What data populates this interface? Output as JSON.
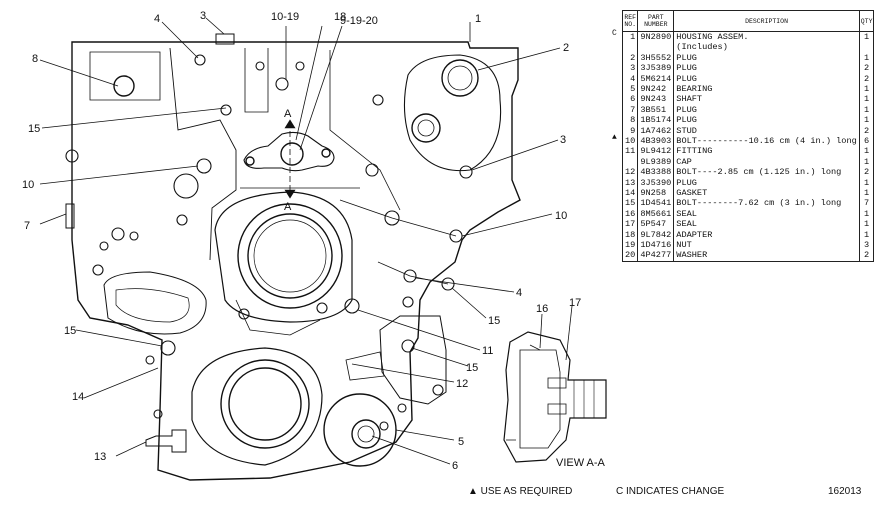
{
  "callouts": {
    "c1": "1",
    "c2": "2",
    "c3a": "3",
    "c3b": "3",
    "c4a": "4",
    "c4b": "4",
    "c5": "5",
    "c6": "6",
    "c7": "7",
    "c8": "8",
    "c10a": "10",
    "c10b": "10",
    "c10_19": "10-19",
    "c9_19_20": "9-19-20",
    "c11": "11",
    "c12": "12",
    "c13": "13",
    "c14": "14",
    "c15a": "15",
    "c15b": "15",
    "c15c": "15",
    "c15d": "15",
    "c16": "16",
    "c17": "17",
    "c18": "18",
    "section_a_top": "A",
    "section_a_bottom": "A",
    "view_aa": "VIEW A-A"
  },
  "table": {
    "headers": {
      "ref": "REF NO.",
      "part": "PART NUMBER",
      "desc": "DESCRIPTION",
      "qty": "QTY"
    },
    "rows": [
      {
        "mark": "C",
        "no": "1",
        "part": "9N2890",
        "desc": "HOUSING ASSEM.",
        "qty": "1"
      },
      {
        "mark": "",
        "no": "",
        "part": "",
        "desc": "(Includes)",
        "qty": ""
      },
      {
        "mark": "",
        "no": "2",
        "part": "3H5552",
        "desc": "PLUG",
        "qty": "1"
      },
      {
        "mark": "",
        "no": "3",
        "part": "3J5389",
        "desc": "PLUG",
        "qty": "2"
      },
      {
        "mark": "",
        "no": "4",
        "part": "5M6214",
        "desc": "PLUG",
        "qty": "2"
      },
      {
        "mark": "",
        "no": "5",
        "part": "9N242",
        "desc": "BEARING",
        "qty": "1"
      },
      {
        "mark": "",
        "no": "6",
        "part": "9N243",
        "desc": "SHAFT",
        "qty": "1"
      },
      {
        "mark": "",
        "no": "7",
        "part": "3B551",
        "desc": "PLUG",
        "qty": "1"
      },
      {
        "mark": "",
        "no": "8",
        "part": "1B5174",
        "desc": "PLUG",
        "qty": "1"
      },
      {
        "mark": "",
        "no": "9",
        "part": "1A7462",
        "desc": "STUD",
        "qty": "2"
      },
      {
        "mark": "▲",
        "no": "10",
        "part": "4B3903",
        "desc": "BOLT----------10.16 cm (4 in.) long",
        "qty": "6"
      },
      {
        "mark": "",
        "no": "11",
        "part": "9L9412",
        "desc": "FITTING",
        "qty": "1"
      },
      {
        "mark": "",
        "no": "",
        "part": "9L9389",
        "desc": "CAP",
        "qty": "1"
      },
      {
        "mark": "",
        "no": "12",
        "part": "4B3388",
        "desc": "BOLT----2.85 cm (1.125 in.) long",
        "qty": "2"
      },
      {
        "mark": "",
        "no": "13",
        "part": "3J5390",
        "desc": "PLUG",
        "qty": "1"
      },
      {
        "mark": "",
        "no": "14",
        "part": "9N258",
        "desc": "GASKET",
        "qty": "1"
      },
      {
        "mark": "",
        "no": "15",
        "part": "1D4541",
        "desc": "BOLT--------7.62 cm (3 in.) long",
        "qty": "7"
      },
      {
        "mark": "",
        "no": "16",
        "part": "8M5661",
        "desc": "SEAL",
        "qty": "1"
      },
      {
        "mark": "",
        "no": "17",
        "part": "5P547",
        "desc": "SEAL",
        "qty": "1"
      },
      {
        "mark": "",
        "no": "18",
        "part": "9L7842",
        "desc": "ADAPTER",
        "qty": "1"
      },
      {
        "mark": "",
        "no": "19",
        "part": "1D4716",
        "desc": "NUT",
        "qty": "3"
      },
      {
        "mark": "",
        "no": "20",
        "part": "4P4277",
        "desc": "WASHER",
        "qty": "2"
      }
    ]
  },
  "footer": {
    "note_as_required": "▲ USE AS REQUIRED",
    "note_change": "C INDICATES CHANGE",
    "figure_number": "162013"
  }
}
